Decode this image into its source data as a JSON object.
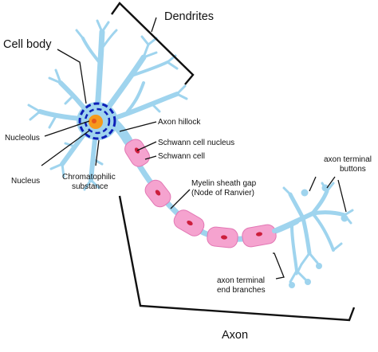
{
  "labels": {
    "dendrites": "Dendrites",
    "cell_body": "Cell body",
    "axon_hillock": "Axon hillock",
    "nucleolus": "Nucleolus",
    "nucleus": "Nucleus",
    "chromatophilic_1": "Chromatophilic",
    "chromatophilic_2": "substance",
    "schwann_nucleus": "Schwann cell nucleus",
    "schwann_cell": "Schwann cell",
    "myelin_gap_1": "Myelin sheath gap",
    "myelin_gap_2": "(Node of Ranvier)",
    "terminal_buttons_1": "axon terminal",
    "terminal_buttons_2": "buttons",
    "terminal_branches_1": "axon terminal",
    "terminal_branches_2": "end branches",
    "axon": "Axon"
  },
  "colors": {
    "cell_blue": "#9fd4ee",
    "myelin_pink": "#f5a3cf",
    "myelin_outline": "#e277b4",
    "schwann_nucleus_red": "#cc1e3c",
    "nucleus_orange": "#f59a1c",
    "chromatophilic_navy": "#0d1fb8"
  }
}
